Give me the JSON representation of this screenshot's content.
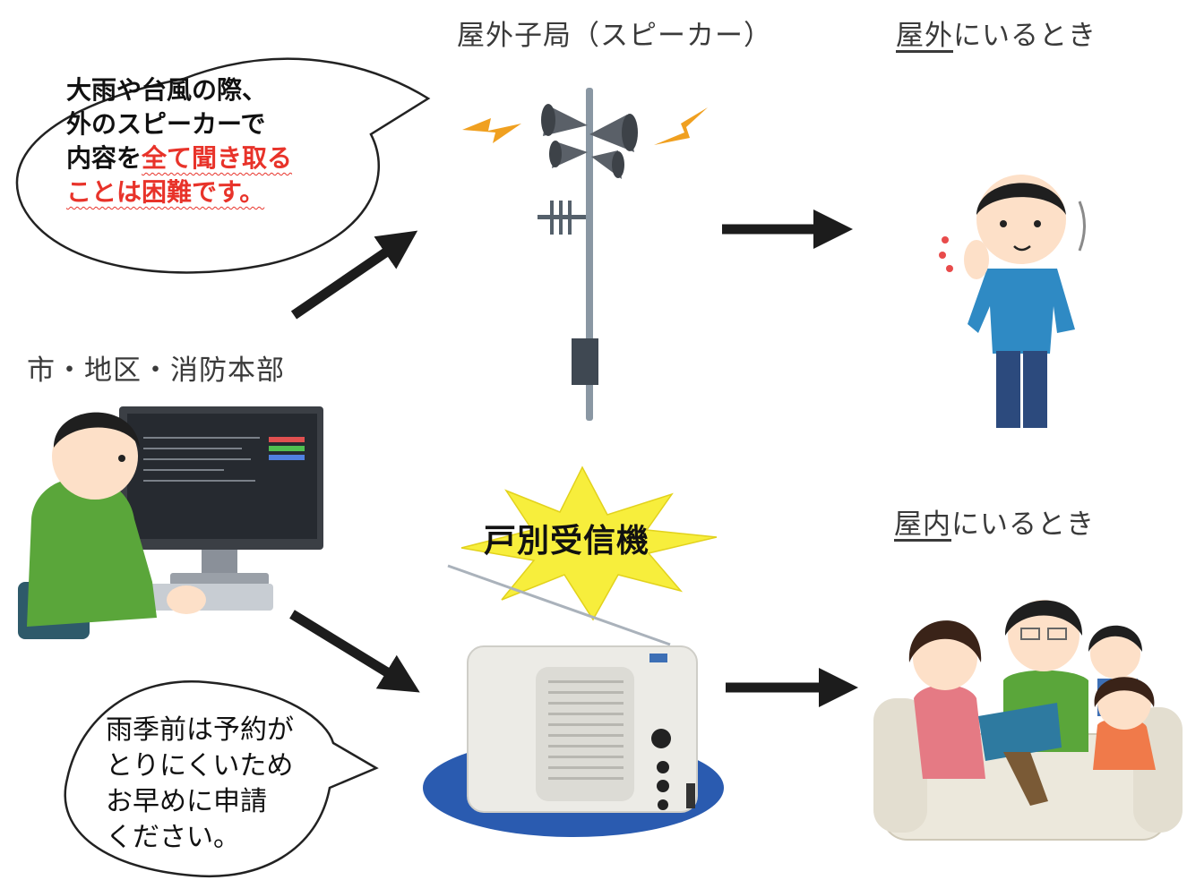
{
  "labels": {
    "speaker": "屋外子局（スピーカー）",
    "outdoor_prefix": "屋外",
    "outdoor_suffix": "にいるとき",
    "indoor_prefix": "屋内",
    "indoor_suffix": "にいるとき",
    "operator": "市・地区・消防本部",
    "receiver": "戸別受信機"
  },
  "bubble_top": {
    "line1": "大雨や台風の際、",
    "line2": "外のスピーカーで",
    "line3_plain": "内容を",
    "line3_red": "全て聞き取る",
    "line4_red": "ことは困難です。"
  },
  "bubble_bottom": {
    "line1": "雨季前は予約が",
    "line2": "とりにくいため",
    "line3": "お早めに申請",
    "line4": "ください。"
  },
  "colors": {
    "emphasis": "#e8332a",
    "star": "#f7ee3c",
    "arrow": "#1c1c1c"
  },
  "icons": [
    "speaker-pole-icon",
    "listening-man-icon",
    "computer-operator-icon",
    "radio-receiver-icon",
    "family-on-sofa-icon"
  ]
}
